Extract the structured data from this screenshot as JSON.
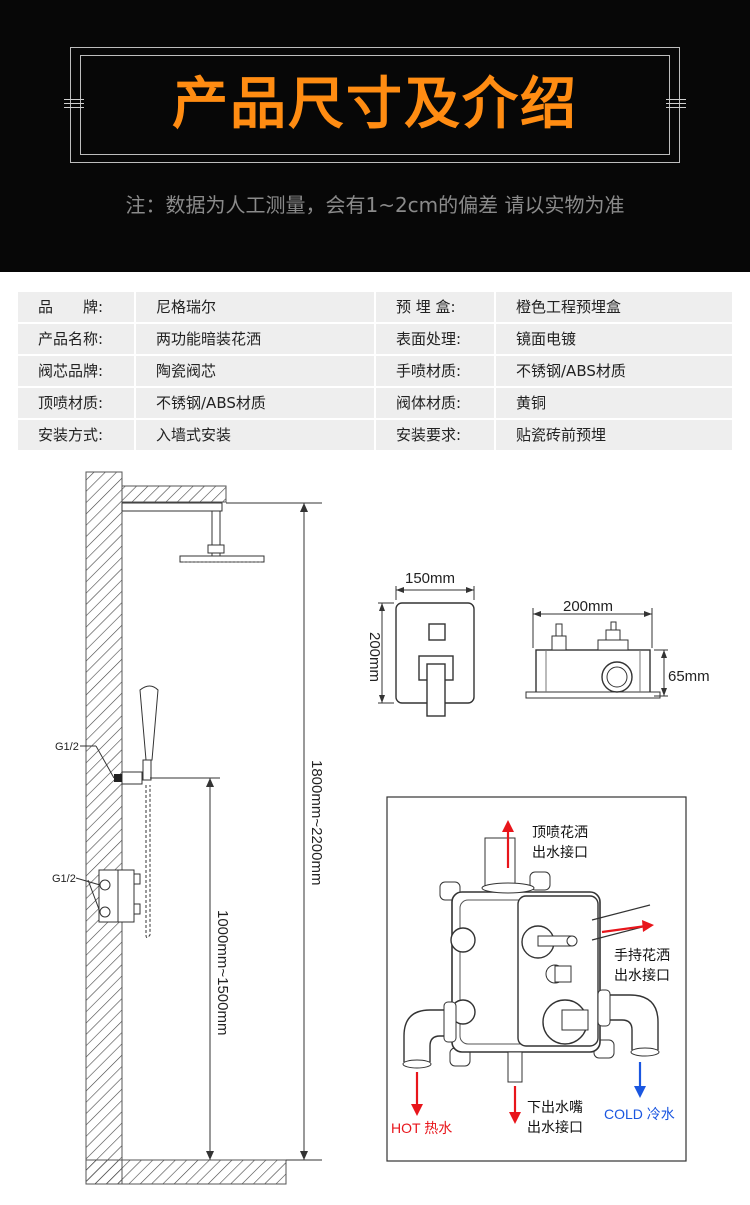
{
  "header": {
    "title": "产品尺寸及介绍",
    "note": "注：数据为人工测量，会有1~2cm的偏差 请以实物为准"
  },
  "specs": [
    {
      "label1": "品　　牌:",
      "value1": "尼格瑞尔",
      "label2": "预 埋 盒:",
      "value2": "橙色工程预埋盒"
    },
    {
      "label1": "产品名称:",
      "value1": "两功能暗装花洒",
      "label2": "表面处理:",
      "value2": "镜面电镀"
    },
    {
      "label1": "阀芯品牌:",
      "value1": "陶瓷阀芯",
      "label2": "手喷材质:",
      "value2": "不锈钢/ABS材质"
    },
    {
      "label1": "顶喷材质:",
      "value1": "不锈钢/ABS材质",
      "label2": "阀体材质:",
      "value2": "黄铜"
    },
    {
      "label1": "安装方式:",
      "value1": "入墙式安装",
      "label2": "安装要求:",
      "value2": "贴瓷砖前预埋"
    }
  ],
  "installation": {
    "g_label_top": "G1/2",
    "g_label_bottom": "G1/2",
    "height_total": "1800mm~2200mm",
    "height_valve": "1000mm~1500mm"
  },
  "box_front": {
    "width": "150mm",
    "height": "200mm"
  },
  "box_side": {
    "width": "200mm",
    "depth": "65mm"
  },
  "valve": {
    "top_outlet_line1": "顶喷花洒",
    "top_outlet_line2": "出水接口",
    "hand_outlet_line1": "手持花洒",
    "hand_outlet_line2": "出水接口",
    "bottom_outlet_line1": "下出水嘴",
    "bottom_outlet_line2": "出水接口",
    "hot": "HOT 热水",
    "cold": "COLD 冷水"
  },
  "colors": {
    "accent": "#ff8c12",
    "hot": "#e8151b",
    "cold": "#1a56e0"
  }
}
